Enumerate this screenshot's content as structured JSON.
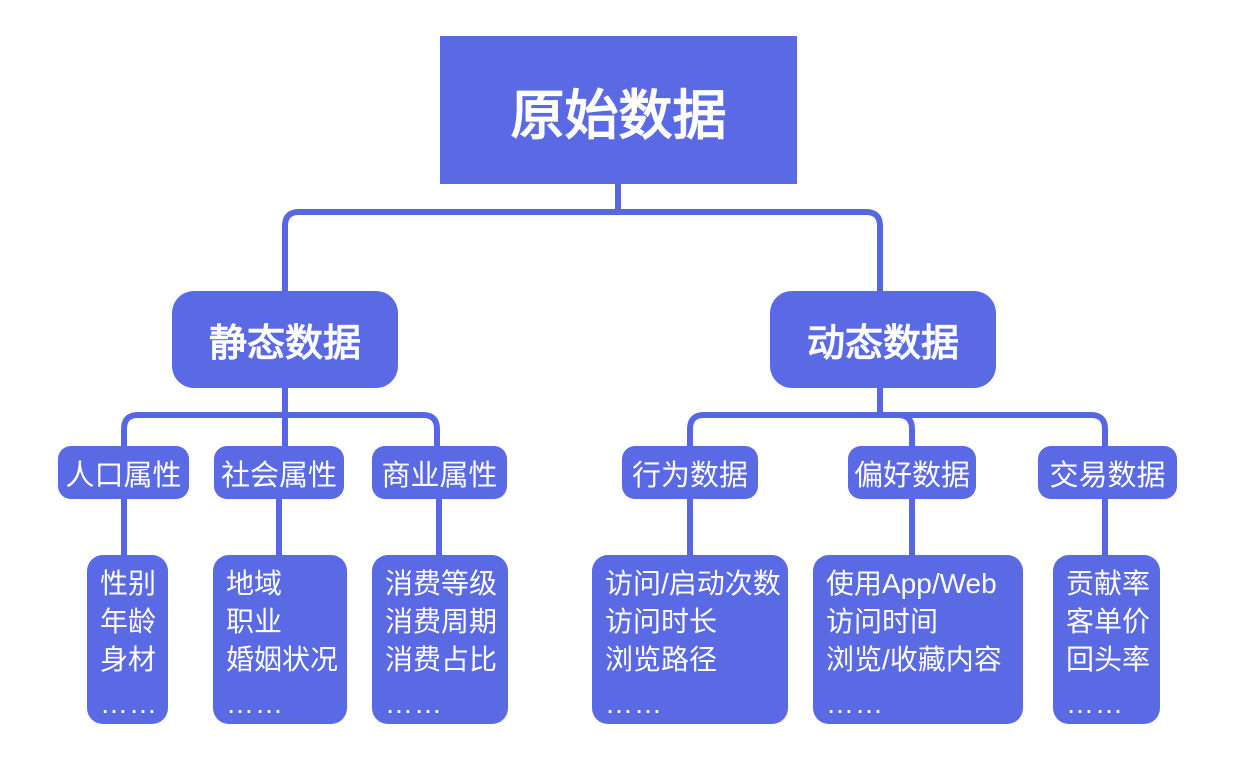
{
  "diagram": {
    "colors": {
      "node_fill": "#5a69e4",
      "connector": "#5766e2",
      "text": "#ffffff",
      "background": "#ffffff"
    },
    "root": {
      "label": "原始数据"
    },
    "branches": [
      {
        "label": "静态数据",
        "children": [
          {
            "label": "人口属性",
            "items": [
              "性别",
              "年龄",
              "身材"
            ],
            "ellipsis": "……"
          },
          {
            "label": "社会属性",
            "items": [
              "地域",
              "职业",
              "婚姻状况"
            ],
            "ellipsis": "……"
          },
          {
            "label": "商业属性",
            "items": [
              "消费等级",
              "消费周期",
              "消费占比"
            ],
            "ellipsis": "……"
          }
        ]
      },
      {
        "label": "动态数据",
        "children": [
          {
            "label": "行为数据",
            "items": [
              "访问/启动次数",
              "访问时长",
              "浏览路径"
            ],
            "ellipsis": "……"
          },
          {
            "label": "偏好数据",
            "items": [
              "使用App/Web",
              "访问时间",
              "浏览/收藏内容"
            ],
            "ellipsis": "……"
          },
          {
            "label": "交易数据",
            "items": [
              "贡献率",
              "客单价",
              "回头率"
            ],
            "ellipsis": "……"
          }
        ]
      }
    ]
  }
}
